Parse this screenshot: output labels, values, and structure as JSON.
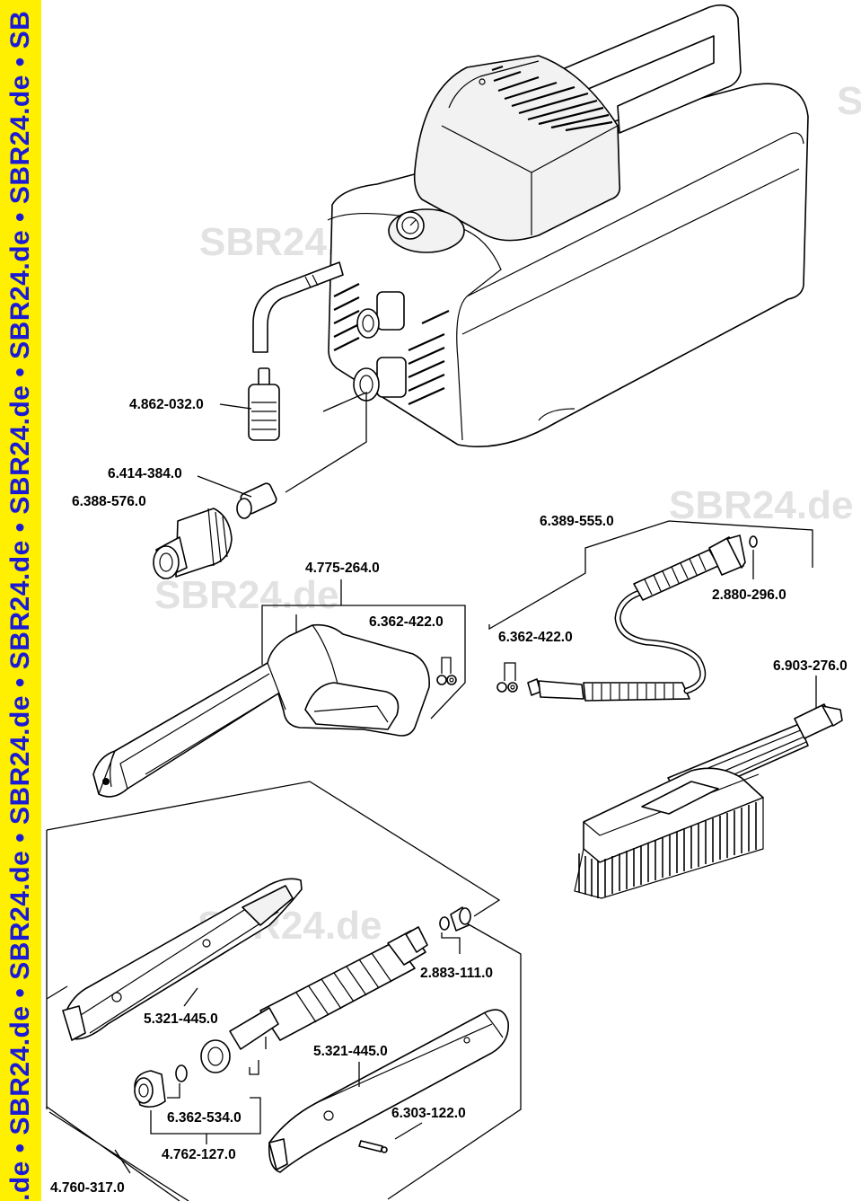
{
  "banner": {
    "text": ".de • SBR24.de • SBR24.de • SBR24.de • SBR24.de • SBR24.de • SBR24.de • SBR24.de • SB",
    "background": "#ffef00",
    "text_color": "#1b1bd6"
  },
  "watermarks": [
    "SBR24.de",
    "SBR24.de",
    "SBR24.de",
    "SBR24.de",
    "SB"
  ],
  "parts": {
    "p1": "4.862-032.0",
    "p2": "6.414-384.0",
    "p3": "6.388-576.0",
    "p4": "4.775-264.0",
    "p5": "6.362-422.0",
    "p6": "6.389-555.0",
    "p7": "2.880-296.0",
    "p8": "6.362-422.0",
    "p9": "6.903-276.0",
    "p10": "2.883-111.0",
    "p11": "5.321-445.0",
    "p12": "5.321-445.0",
    "p13": "6.303-122.0",
    "p14": "6.362-534.0",
    "p15": "4.762-127.0",
    "p16": "4.760-317.0"
  }
}
